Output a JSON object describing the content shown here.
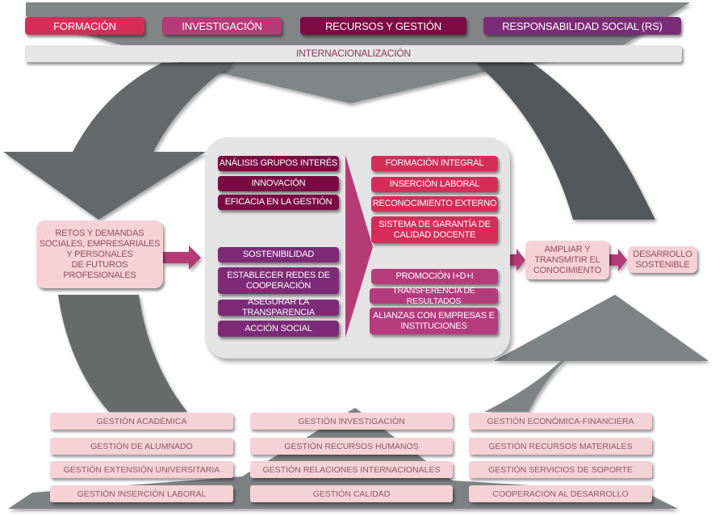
{
  "colors": {
    "formacion": "#d42e58",
    "investigacion": "#b53b76",
    "recursos": "#7c0a44",
    "responsabilidad": "#7b2c77",
    "arrow_dark": "#5f6263",
    "arrow_light": "#828586",
    "panel": "#e4e4e4",
    "pink_box": "#f6d2d8",
    "pink_text": "#8d4f63",
    "connector": "#b53b76"
  },
  "pillars": [
    {
      "label": "FORMACIÓN"
    },
    {
      "label": "INVESTIGACIÓN"
    },
    {
      "label": "RECURSOS Y GESTIÓN"
    },
    {
      "label": "RESPONSABILIDAD SOCIAL (RS)"
    }
  ],
  "cross_axis": {
    "label": "INTERNACIONALIZACIÓN"
  },
  "inputs": {
    "label": "RETOS Y DEMANDAS SOCIALES, EMPRESARIALES Y PERSONALES DE FUTUROS PROFESIONALES",
    "lines": [
      "RETOS Y DEMANDAS",
      "SOCIALES, EMPRESARIALES",
      "Y PERSONALES",
      "DE FUTUROS",
      "PROFESIONALES"
    ]
  },
  "process": {
    "management_group": [
      {
        "label": "ANÁLISIS GRUPOS INTERÉS"
      },
      {
        "label": "INNOVACIÓN"
      },
      {
        "label": "EFICACIA EN LA GESTIÓN"
      }
    ],
    "social_group": [
      {
        "label": "SOSTENIBILIDAD"
      },
      {
        "label": "ESTABLECER REDES DE COOPERACIÓN",
        "lines": [
          "ESTABLECER REDES DE",
          "COOPERACIÓN"
        ]
      },
      {
        "label": "ASEGURAR LA TRANSPARENCIA"
      },
      {
        "label": "ACCIÓN SOCIAL"
      }
    ],
    "training_results": [
      {
        "label": "FORMACIÓN INTEGRAL"
      },
      {
        "label": "INSERCIÓN LABORAL"
      },
      {
        "label": "RECONOCIMIENTO EXTERNO"
      },
      {
        "label": "SISTEMA DE GARANTÍA DE CALIDAD DOCENTE",
        "lines": [
          "SISTEMA DE GARANTÍA DE",
          "CALIDAD DOCENTE"
        ]
      }
    ],
    "research_results": [
      {
        "label": "PROMOCIÓN I+D+I"
      },
      {
        "label": "TRANSFERENCIA DE RESULTADOS"
      },
      {
        "label": "ALIANZAS CON  EMPRESAS E INSTITUCIONES",
        "lines": [
          "ALIANZAS CON  EMPRESAS E",
          "INSTITUCIONES"
        ]
      }
    ]
  },
  "outputs": {
    "knowledge": {
      "lines": [
        "AMPLIAR Y",
        "TRANSMITIR  EL",
        "CONOCIMIENTO"
      ]
    },
    "sustainable": {
      "lines": [
        "DESARROLLO",
        "SOSTENIBLE"
      ]
    }
  },
  "management_areas": {
    "column_1": [
      {
        "label": "GESTIÓN ACADÉMICA"
      },
      {
        "label": "GESTIÓN DE ALUMNADO"
      },
      {
        "label": "GESTIÓN EXTENSIÓN UNIVERSITARIA"
      },
      {
        "label": "GESTIÓN INSERCIÓN LABORAL"
      }
    ],
    "column_2": [
      {
        "label": "GESTIÓN INVESTIGACIÓN"
      },
      {
        "label": "GESTIÓN RECURSOS HUMANOS"
      },
      {
        "label": "GESTIÓN RELACIONES INTERNACIONALES"
      },
      {
        "label": "GESTIÓN CALIDAD"
      }
    ],
    "column_3": [
      {
        "label": "GESTIÓN ECONÓMICA-FINANCIERA"
      },
      {
        "label": "GESTIÓN RECURSOS MATERIALES"
      },
      {
        "label": "GESTIÓN SERVICIOS DE SOPORTE"
      },
      {
        "label": "COOPERACIÓN AL DESARROLLO"
      }
    ]
  }
}
